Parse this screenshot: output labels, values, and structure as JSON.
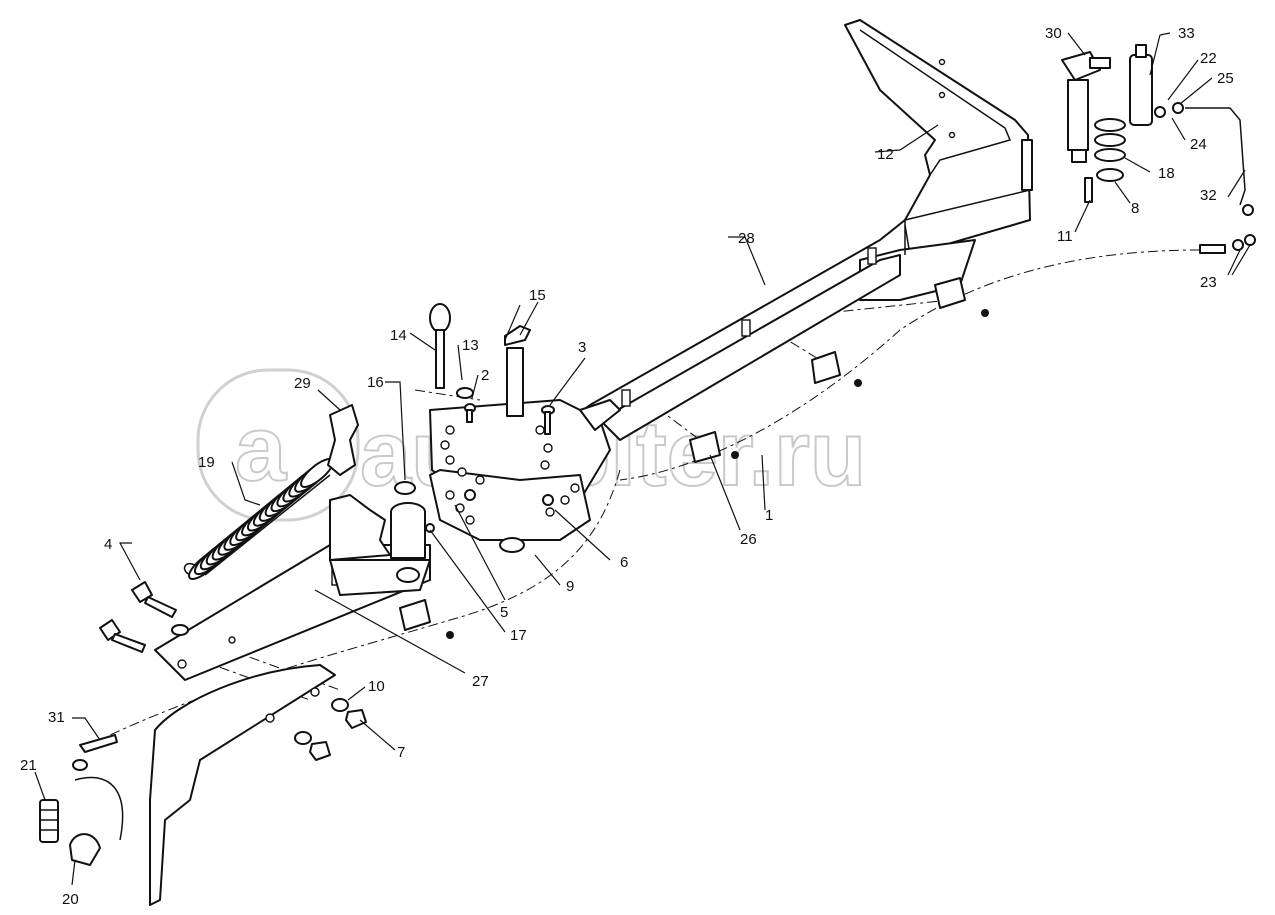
{
  "watermark": {
    "text": "autopiter.ru"
  },
  "callouts": [
    {
      "id": "1",
      "text": "1"
    },
    {
      "id": "2",
      "text": "2"
    },
    {
      "id": "3",
      "text": "3"
    },
    {
      "id": "4",
      "text": "4"
    },
    {
      "id": "5",
      "text": "5"
    },
    {
      "id": "6",
      "text": "6"
    },
    {
      "id": "7",
      "text": "7"
    },
    {
      "id": "8",
      "text": "8"
    },
    {
      "id": "9",
      "text": "9"
    },
    {
      "id": "10",
      "text": "10"
    },
    {
      "id": "11",
      "text": "11"
    },
    {
      "id": "12",
      "text": "12"
    },
    {
      "id": "13",
      "text": "13"
    },
    {
      "id": "14",
      "text": "14"
    },
    {
      "id": "15",
      "text": "15"
    },
    {
      "id": "16",
      "text": "16"
    },
    {
      "id": "17",
      "text": "17"
    },
    {
      "id": "18",
      "text": "18"
    },
    {
      "id": "19",
      "text": "19"
    },
    {
      "id": "20",
      "text": "20"
    },
    {
      "id": "21",
      "text": "21"
    },
    {
      "id": "22",
      "text": "22"
    },
    {
      "id": "23",
      "text": "23"
    },
    {
      "id": "24",
      "text": "24"
    },
    {
      "id": "25",
      "text": "25"
    },
    {
      "id": "26",
      "text": "26"
    },
    {
      "id": "27",
      "text": "27"
    },
    {
      "id": "28",
      "text": "28"
    },
    {
      "id": "29",
      "text": "29"
    },
    {
      "id": "30",
      "text": "30"
    },
    {
      "id": "31",
      "text": "31"
    },
    {
      "id": "32",
      "text": "32"
    },
    {
      "id": "33",
      "text": "33"
    }
  ]
}
